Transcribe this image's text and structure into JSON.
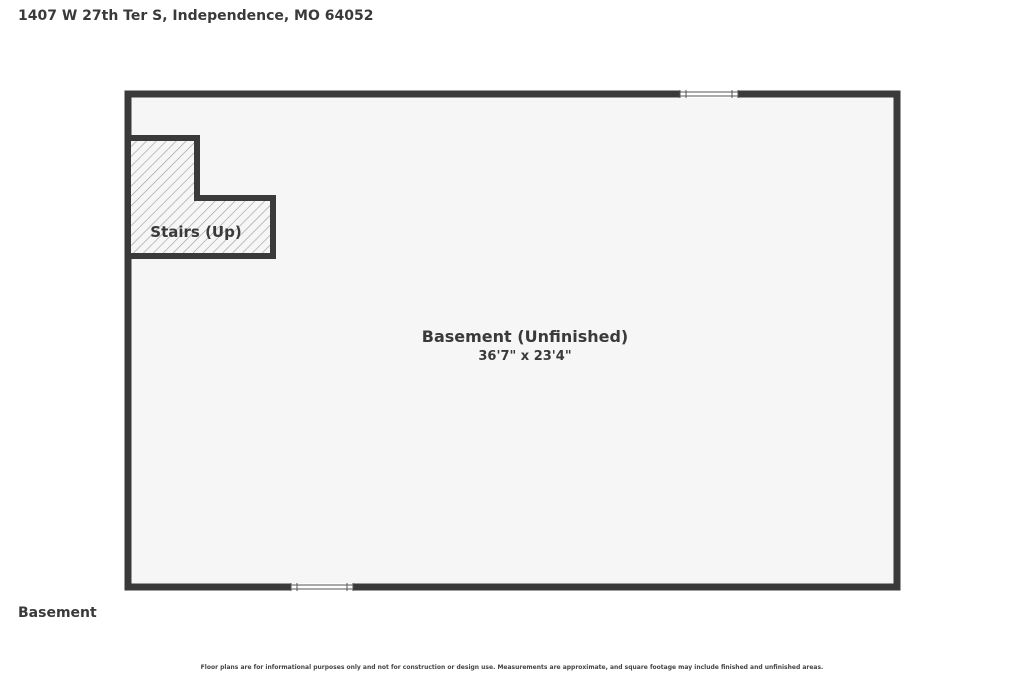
{
  "address": "1407 W 27th Ter S, Independence, MO 64052",
  "floor_label": "Basement",
  "disclaimer": "Floor plans are for informational purposes only and not for construction or design use. Measurements are approximate, and square footage may include finished and unfinished areas.",
  "rooms": {
    "basement": {
      "name": "Basement (Unfinished)",
      "dimensions": "36'7\" x 23'4\""
    },
    "stairs": {
      "name": "Stairs (Up)"
    }
  },
  "colors": {
    "wall": "#3a3a3a",
    "floor": "#f6f6f6",
    "hatch": "#9a9a9a"
  }
}
